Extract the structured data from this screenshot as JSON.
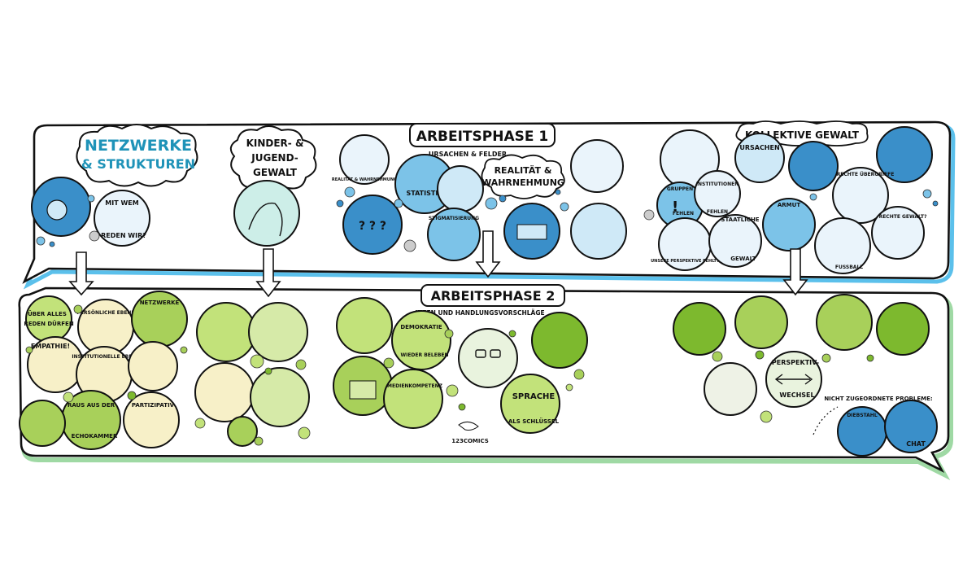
{
  "phase1": {
    "title": "ARBEITSPHASE 1",
    "subtitle": "URSACHEN & FELDER",
    "sections": {
      "netzwerke": [
        "NETZWERKE",
        "& STRUKTUREN"
      ],
      "kinder": [
        "KINDER- &",
        "JUGEND-",
        "GEWALT"
      ],
      "realitaet": [
        "REALITÄT &",
        "WAHRNEHMUNG"
      ],
      "kollektiv": "KOLLEKTIVE GEWALT"
    },
    "circle_labels": {
      "mit_wem": "MIT WEM",
      "reden_wir": "REDEN WIR?",
      "realitaet_small": "REALITÄT & WAHRNEHMUNG",
      "statistik": "STATISTIK",
      "stigmatisierung": "STIGMATISIERUNG",
      "ursachen": "URSACHEN",
      "institutionen": "INSTITUTIONEN",
      "gruppen": "GRUPPEN",
      "fehlen": "FEHLEN",
      "perspektive": "UNSERE PERSPEKTIVE FEHLT?",
      "armut": "ARMUT",
      "staatliche": "STAATLICHE",
      "gewalt": "GEWALT",
      "rechte_uebergriffe": "RECHTE ÜBERGRIFFE",
      "rechte_gewalt": "RECHTE GEWALT?",
      "fussball": "FUSSBALL"
    }
  },
  "phase2": {
    "title": "ARBEITSPHASE 2",
    "subtitle": "IDEEN UND HANDLUNGSVORSCHLÄGE",
    "circle_labels": {
      "ueber_alles": "ÜBER ALLES",
      "reden_duerfen": "REDEN DÜRFEN",
      "persoenliche_ebene": "PERSÖNLICHE EBENE",
      "netzwerke": "NETZWERKE",
      "empathie": "EMPATHIE!",
      "institutionelle_ebene": "INSTITUTIONELLE EBENE",
      "raus_aus_der": "RAUS AUS DER",
      "echokammer": "ECHOKAMMER",
      "partizipativ": "PARTIZIPATIV",
      "demokratie": "DEMOKRATIE",
      "wieder_beleben": "WIEDER BELEBEN",
      "medienkompetenz": "MEDIENKOMPETENZ",
      "sprache": "SPRACHE",
      "als_schluessel": "ALS SCHLÜSSEL",
      "perspektiv": "PERSPEKTIV-",
      "wechsel": "WECHSEL"
    },
    "side_note": "NICHT ZUGEORDNETE PROBLEME:",
    "note_items": [
      "DIEBSTAHL",
      "CHAT"
    ]
  },
  "signature": "123COMICS",
  "colors": {
    "frame_stroke": "#111111",
    "shadow_blue": "#5bc0eb",
    "shadow_green": "#9fd9a4",
    "blue_dark": "#3a8fc9",
    "blue_mid": "#7cc3e8",
    "blue_light": "#cfe9f7",
    "green_dark": "#7db92e",
    "green_mid": "#a8d05a",
    "green_light": "#d6eaa8",
    "cream": "#f7f0c8",
    "title_teal": "#1f93b8"
  }
}
